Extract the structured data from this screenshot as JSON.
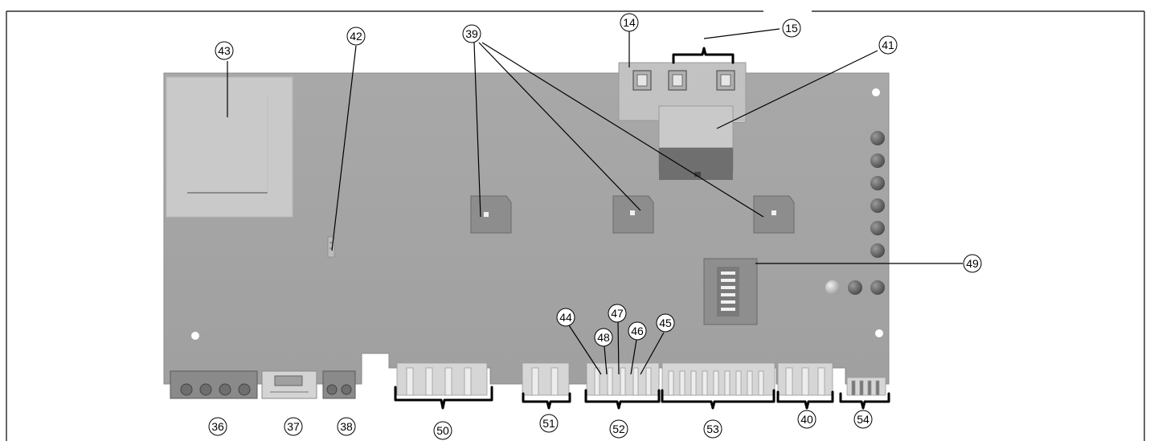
{
  "diagram": {
    "callouts": {
      "c14": "14",
      "c15": "15",
      "c36": "36",
      "c37": "37",
      "c38": "38",
      "c39": "39",
      "c40": "40",
      "c41": "41",
      "c42": "42",
      "c43": "43",
      "c44": "44",
      "c45": "45",
      "c46": "46",
      "c47": "47",
      "c48": "48",
      "c49": "49",
      "c50": "50",
      "c51": "51",
      "c52": "52",
      "c53": "53",
      "c54": "54"
    }
  },
  "colors": {
    "board": "#a9a9a9",
    "board_edge": "#9a9a9a",
    "component_light": "#c8c8c8",
    "component_dark": "#7e7e7e",
    "line": "#000000",
    "frame": "#000000"
  }
}
